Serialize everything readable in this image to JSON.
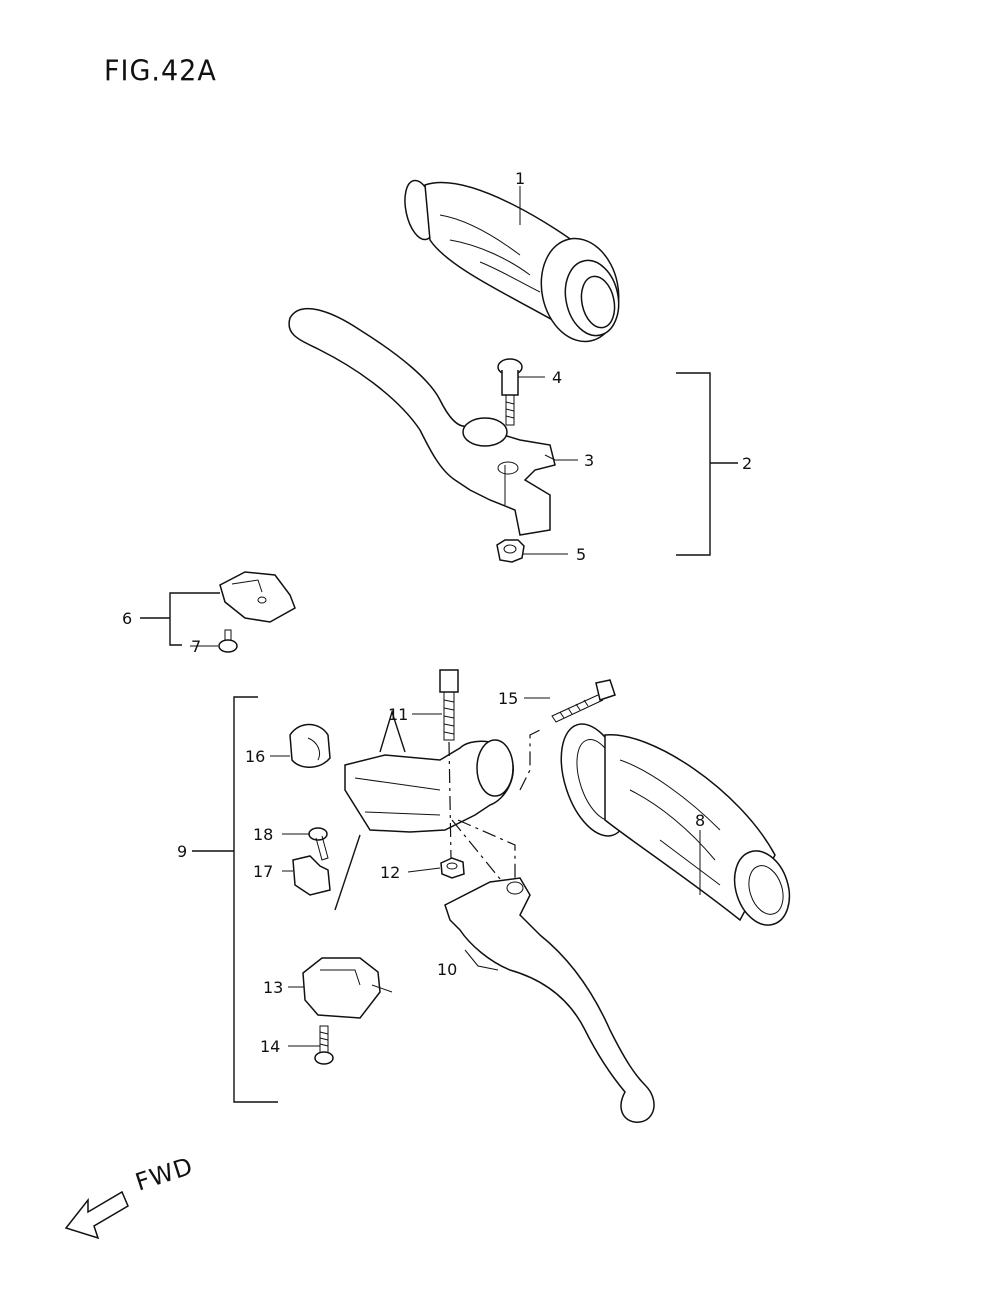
{
  "figure": {
    "title": "FIG.42A",
    "direction_label": "FWD"
  },
  "callouts": [
    "1",
    "2",
    "3",
    "4",
    "5",
    "6",
    "7",
    "8",
    "9",
    "10",
    "11",
    "12",
    "13",
    "14",
    "15",
    "16",
    "17",
    "18"
  ]
}
